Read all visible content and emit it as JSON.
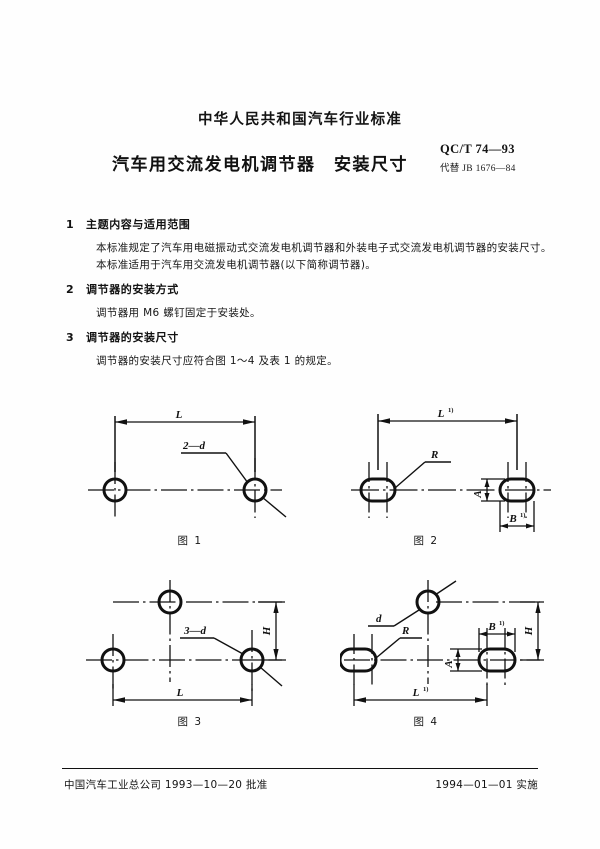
{
  "document": {
    "org_line": "中华人民共和国汽车行业标准",
    "title": "汽车用交流发电机调节器　安装尺寸",
    "std_number": "QC/T 74—93",
    "replaces": "代替 JB 1676—84"
  },
  "sections": [
    {
      "number": "1",
      "heading": "主题内容与适用范围",
      "paragraphs": [
        "本标准规定了汽车用电磁振动式交流发电机调节器和外装电子式交流发电机调节器的安装尺寸。",
        "本标准适用于汽车用交流发电机调节器(以下简称调节器)。"
      ]
    },
    {
      "number": "2",
      "heading": "调节器的安装方式",
      "paragraphs": [
        "调节器用 M6 螺钉固定于安装处。"
      ]
    },
    {
      "number": "3",
      "heading": "调节器的安装尺寸",
      "paragraphs": [
        "调节器的安装尺寸应符合图 1～4 及表 1 的规定。"
      ]
    }
  ],
  "figures": [
    {
      "id": "figure-1",
      "caption": "图 1",
      "labels": {
        "length": "L",
        "hole": "2—d"
      }
    },
    {
      "id": "figure-2",
      "caption": "图 2",
      "labels": {
        "length": "L",
        "length_sup": "1)",
        "radius": "R",
        "height": "A",
        "width": "B",
        "width_sup": "1)"
      }
    },
    {
      "id": "figure-3",
      "caption": "图 3",
      "labels": {
        "length": "L",
        "height": "H",
        "hole": "3—d"
      }
    },
    {
      "id": "figure-4",
      "caption": "图 4",
      "labels": {
        "length": "L",
        "length_sup": "1)",
        "height": "H",
        "radius": "R",
        "hole": "d",
        "slot_height": "A",
        "slot_width": "B",
        "slot_width_sup": "1)"
      }
    }
  ],
  "footer": {
    "approval": "中国汽车工业总公司 1993—10—20 批准",
    "effective": "1994—01—01 实施"
  },
  "colors": {
    "ink": "#111111",
    "paper": "#ffffff"
  }
}
